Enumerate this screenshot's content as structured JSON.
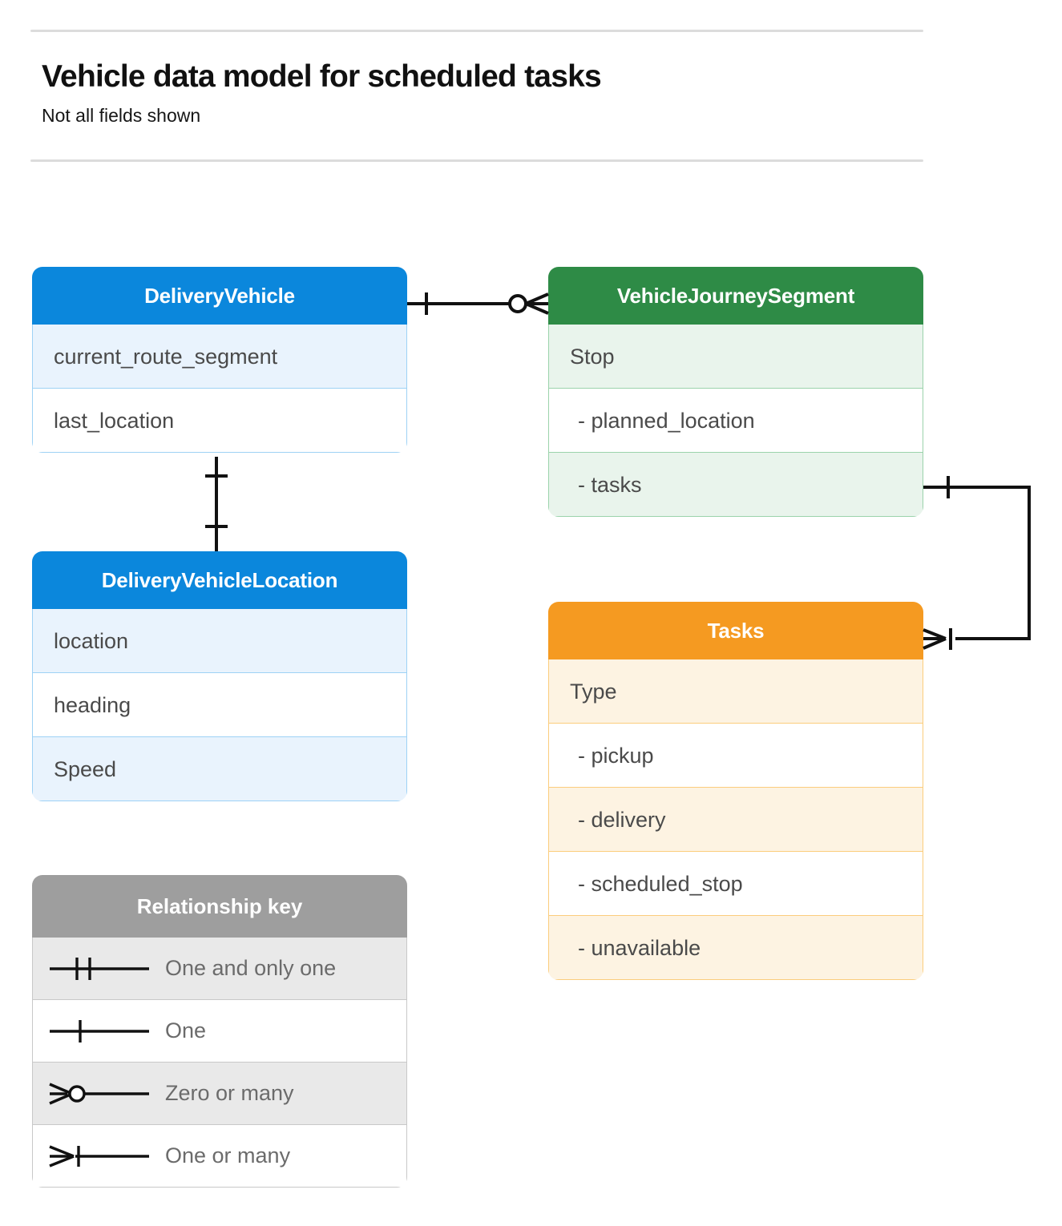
{
  "header": {
    "title": "Vehicle data model for scheduled tasks",
    "subtitle": "Not all fields shown"
  },
  "colors": {
    "blue_header": "#0b87dc",
    "blue_row_shade": "#e9f3fd",
    "blue_border": "#9ed2f5",
    "green_header": "#2e8b46",
    "green_row_shade": "#e9f4ec",
    "green_border": "#9bd3ab",
    "orange_header": "#f59a21",
    "orange_row_shade": "#fdf3e2",
    "orange_border": "#fbcd7d",
    "legend_header": "#9e9e9e",
    "legend_row_shade": "#e9e9e9",
    "rule": "#dcdcdc",
    "line": "#111111",
    "field_text": "#4a4a4a",
    "legend_text": "#6b6b6b"
  },
  "entities": [
    {
      "id": "delivery-vehicle",
      "name": "DeliveryVehicle",
      "theme": "blue",
      "fields": [
        "current_route_segment",
        "last_location"
      ]
    },
    {
      "id": "vehicle-journey-segment",
      "name": "VehicleJourneySegment",
      "theme": "green",
      "fields": [
        "Stop",
        "-  planned_location",
        "- tasks"
      ]
    },
    {
      "id": "delivery-vehicle-location",
      "name": "DeliveryVehicleLocation",
      "theme": "blue",
      "fields": [
        "location",
        "heading",
        "Speed"
      ]
    },
    {
      "id": "tasks",
      "name": "Tasks",
      "theme": "orange",
      "fields": [
        "Type",
        "-  pickup",
        "-  delivery",
        "-  scheduled_stop",
        "-  unavailable"
      ]
    }
  ],
  "legend": {
    "title": "Relationship key",
    "rows": [
      {
        "symbol": "one-and-only-one",
        "label": "One and only one"
      },
      {
        "symbol": "one",
        "label": "One"
      },
      {
        "symbol": "zero-or-many",
        "label": "Zero or many"
      },
      {
        "symbol": "one-or-many",
        "label": "One or many"
      }
    ]
  },
  "relationships": [
    {
      "id": "vehicle-to-journey-segment",
      "from": "DeliveryVehicle",
      "to": "VehicleJourneySegment",
      "from_cardinality": "One",
      "to_cardinality": "Zero or many"
    },
    {
      "id": "vehicle-to-location",
      "from": "DeliveryVehicle",
      "to": "DeliveryVehicleLocation",
      "from_cardinality": "One",
      "to_cardinality": "One"
    },
    {
      "id": "journey-segment-tasks-to-tasks",
      "from": "VehicleJourneySegment.tasks",
      "to": "Tasks",
      "from_cardinality": "One",
      "to_cardinality": "One or many"
    }
  ]
}
